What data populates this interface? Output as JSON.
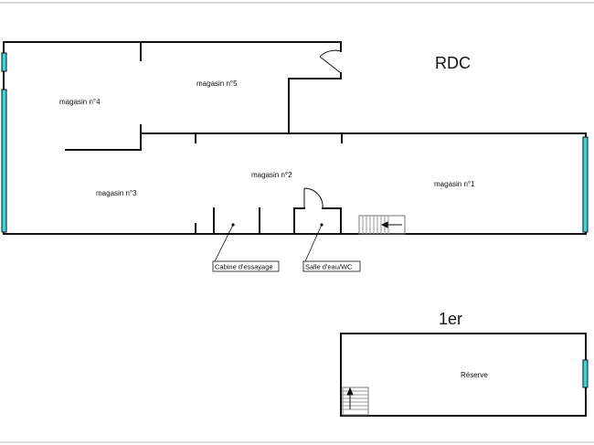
{
  "levels": {
    "ground": "RDC",
    "first": "1er"
  },
  "rooms": {
    "shop1": "magasin n°1",
    "shop2": "magasin n°2",
    "shop3": "magasin n°3",
    "shop4": "magasin n°4",
    "shop5": "magasin n°5",
    "storage": "Réserve"
  },
  "callouts": {
    "fitting_room": "Cabine d'essayage",
    "washroom": "Salle d'eau/WC"
  },
  "colors": {
    "wall": "#111111",
    "window": "#3ad6e0",
    "stair": "#9a9a9a",
    "frame_line": "#bdbdbd"
  },
  "icons": {
    "stairs": "stairs-icon",
    "arrow": "arrow-icon",
    "door": "door-swing-icon"
  }
}
